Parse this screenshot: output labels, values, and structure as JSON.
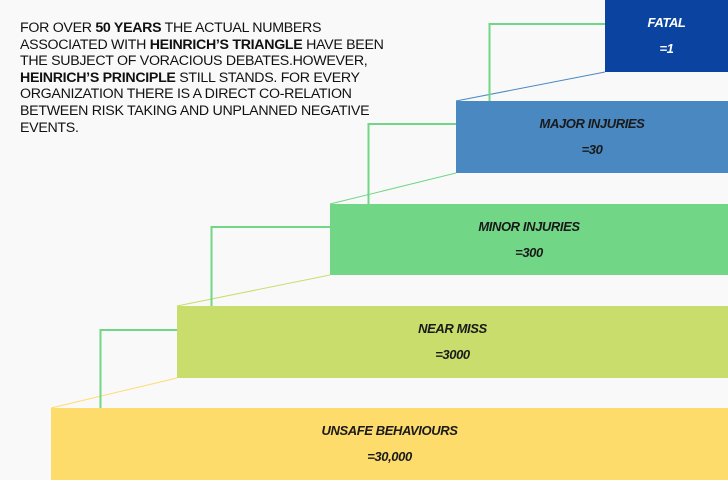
{
  "intro": {
    "segments": [
      {
        "text": "FOR OVER ",
        "bold": false
      },
      {
        "text": "50 YEARS",
        "bold": true
      },
      {
        "text": " THE ACTUAL NUMBERS ASSOCIATED WITH ",
        "bold": false
      },
      {
        "text": "HEINRICH’S TRIANGLE",
        "bold": true
      },
      {
        "text": " HAVE BEEN THE SUBJECT OF VORACIOUS DEBATES.HOWEVER, ",
        "bold": false
      },
      {
        "text": "HEINRICH’S PRINCIPLE",
        "bold": true
      },
      {
        "text": " STILL STANDS. FOR EVERY ORGANIZATION THERE IS A DIRECT CO-RELATION BETWEEN RISK TAKING AND UNPLANNED NEGATIVE EVENTS.",
        "bold": false
      }
    ]
  },
  "steps": [
    {
      "label": "FATAL",
      "value": "=1",
      "color": "#0a43a0",
      "text_color": "#ffffff"
    },
    {
      "label": "MAJOR INJURIES",
      "value": "=30",
      "color": "#4a88c1",
      "text_color": "#1a1a1a"
    },
    {
      "label": "MINOR INJURIES",
      "value": "=300",
      "color": "#72d687",
      "text_color": "#1a1a1a"
    },
    {
      "label": "NEAR MISS",
      "value": "=3000",
      "color": "#c9dd6c",
      "text_color": "#1a1a1a"
    },
    {
      "label": "UNSAFE BEHAVIOURS",
      "value": "=30,000",
      "color": "#fedc6c",
      "text_color": "#1a1a1a"
    }
  ],
  "colors": {
    "connector": "#72d687",
    "background": "#f9f9f9"
  }
}
